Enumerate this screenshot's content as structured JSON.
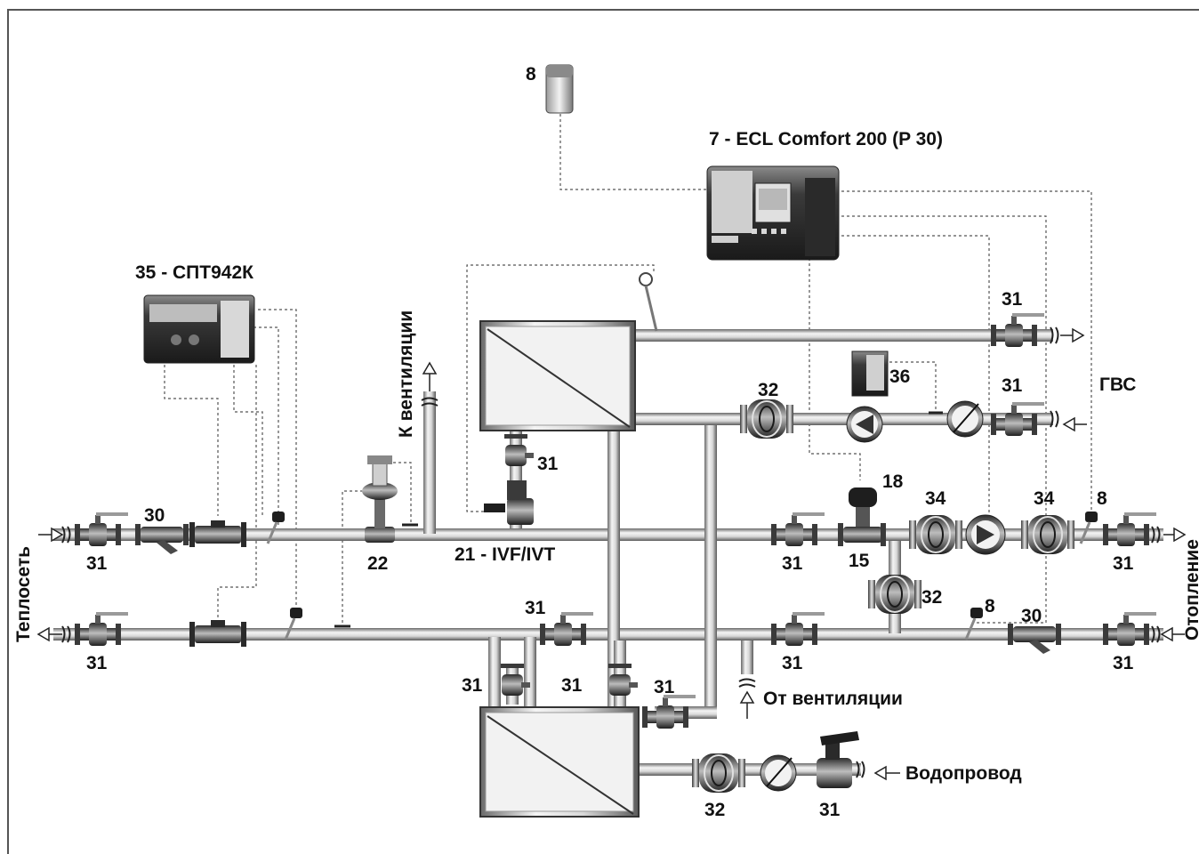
{
  "controller_label": "7 - ECL Comfort 200 (P 30)",
  "meter_label": "35 - СПТ942К",
  "valve21_label": "21 -  IVF/IVT",
  "flow_labels": {
    "heat_network": "Теплосеть",
    "heating": "Отопление",
    "dhw": "ГВС",
    "to_ventilation": "К вентиляции",
    "from_ventilation": "От вентиляции",
    "water_supply": "Водопровод"
  },
  "numbers": {
    "n8_top": "8",
    "n8_right": "8",
    "n8_return": "8",
    "n31_dhw_top": "31",
    "n31_dhw_mid": "31",
    "n32_dhw": "32",
    "n36": "36",
    "n31_valve21": "31",
    "n18": "18",
    "n34_a": "34",
    "n34_b": "34",
    "n30_supply": "30",
    "n31_supply_left": "31",
    "n22": "22",
    "n31_supply_mid": "31",
    "n15": "15",
    "n31_supply_right": "31",
    "n32_heating": "32",
    "n31_return_hx": "31",
    "n30_return": "30",
    "n31_return_left": "31",
    "n31_return_mid": "31",
    "n31_return_right": "31",
    "n31_hx2_a": "31",
    "n31_hx2_b": "31",
    "n31_hx2_c": "31",
    "n32_water": "32",
    "n31_water": "31"
  }
}
